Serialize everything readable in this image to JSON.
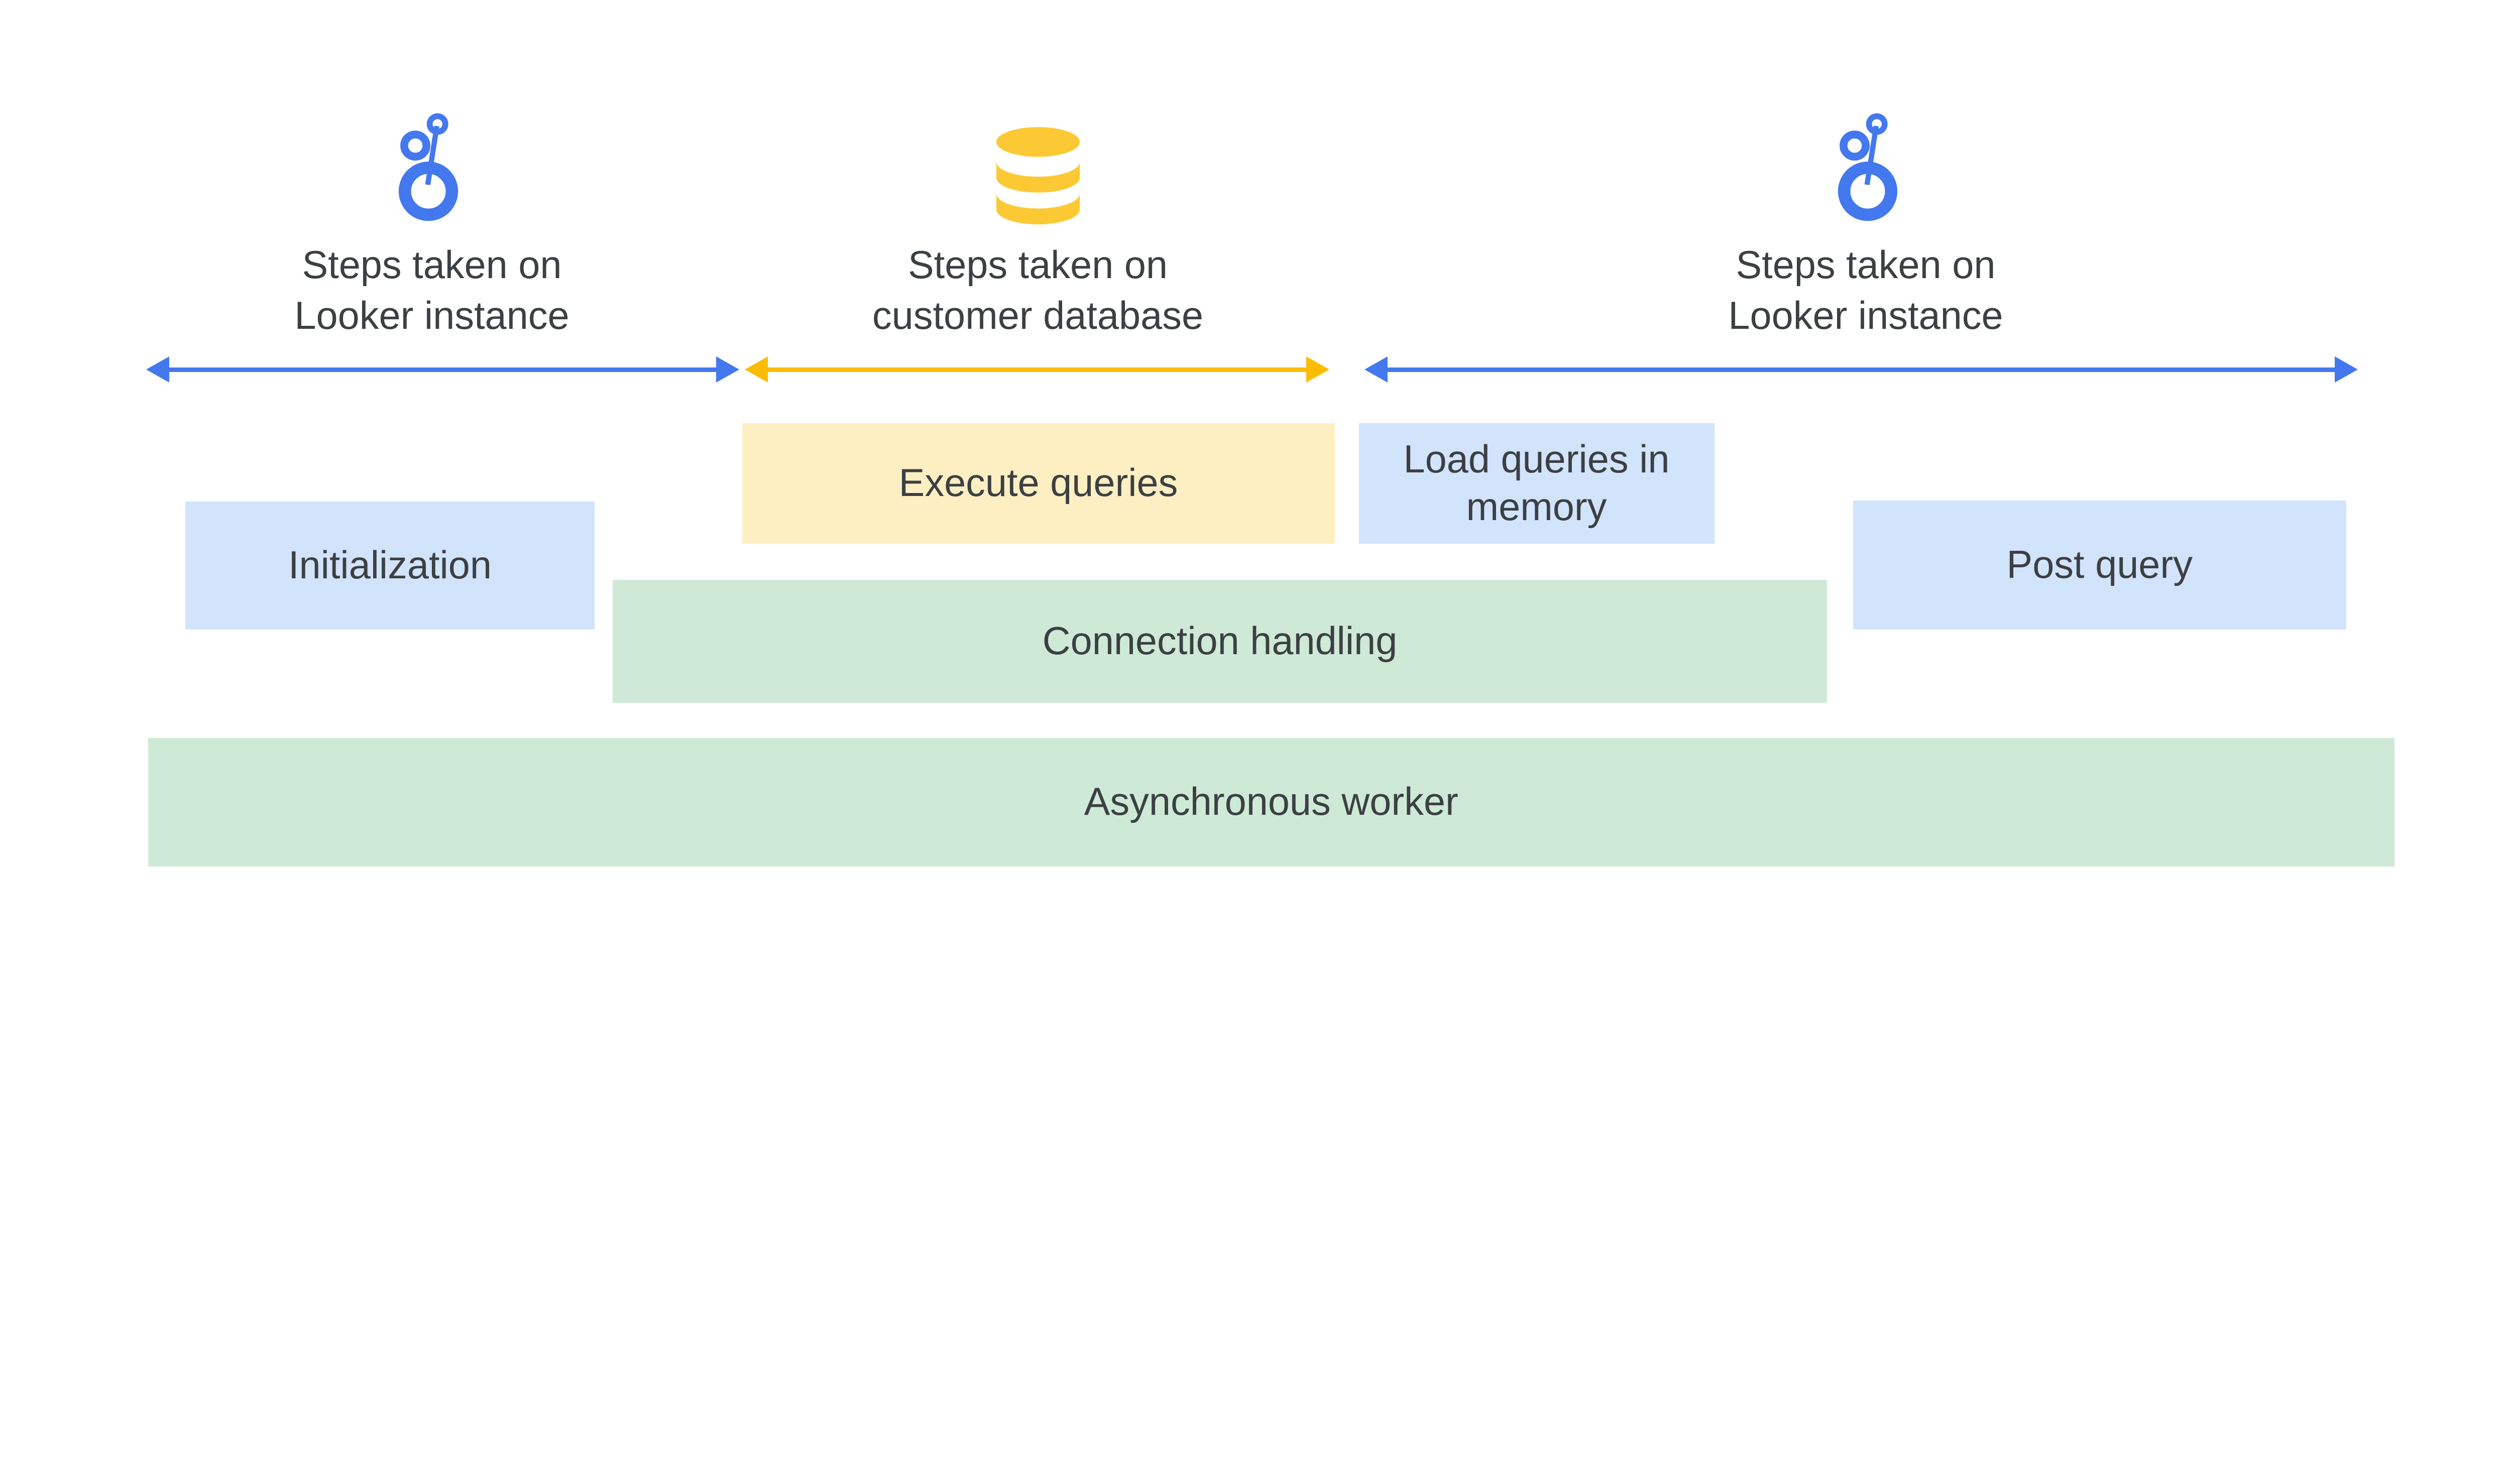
{
  "colors": {
    "looker_blue": "#4378ee",
    "arrow_yellow": "#fbbc04",
    "db_yellow": "#fcc934",
    "box_blue": "#d2e3fc",
    "box_yellow": "#feefc3",
    "box_green": "#ceead6",
    "text_dark": "#3c4043",
    "page_bg": "#ffffff"
  },
  "sections": [
    {
      "id": "looker-left",
      "icon": "looker-icon",
      "label_line1": "Steps taken on",
      "label_line2": "Looker instance"
    },
    {
      "id": "customer-db",
      "icon": "database-icon",
      "label_line1": "Steps taken on",
      "label_line2": "customer database"
    },
    {
      "id": "looker-right",
      "icon": "looker-icon",
      "label_line1": "Steps taken on",
      "label_line2": "Looker instance"
    }
  ],
  "boxes": {
    "execute_queries": "Execute queries",
    "load_queries": "Load queries in memory",
    "initialization": "Initialization",
    "post_query": "Post query",
    "connection_handling": "Connection handling",
    "asynchronous_worker": "Asynchronous worker"
  }
}
